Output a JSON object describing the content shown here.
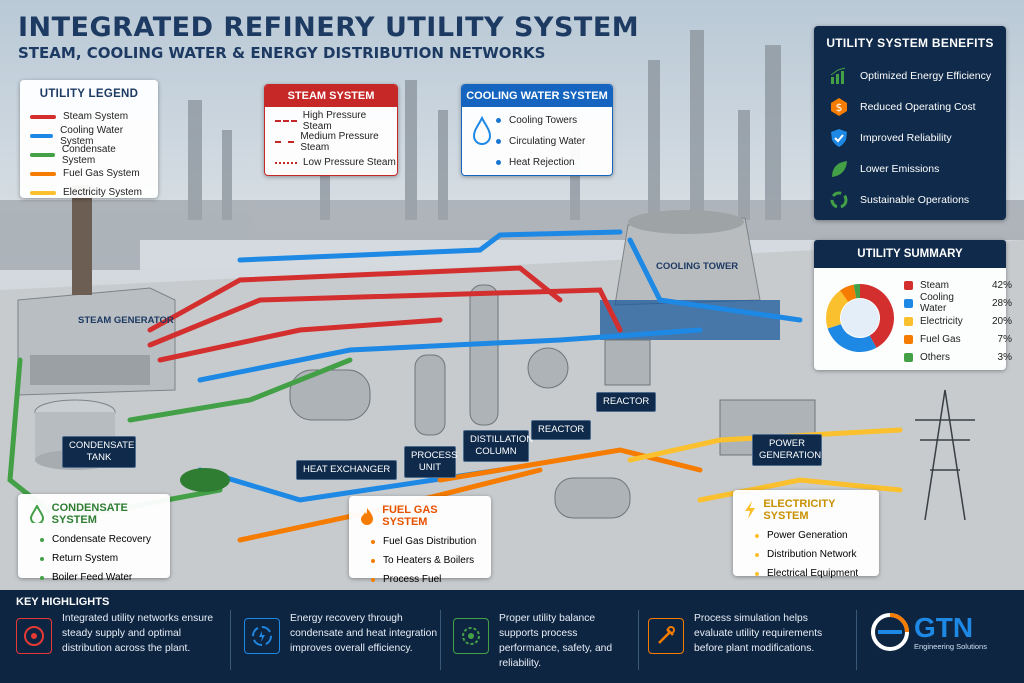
{
  "header": {
    "title": "INTEGRATED REFINERY UTILITY SYSTEM",
    "subtitle": "STEAM, COOLING WATER & ENERGY DISTRIBUTION NETWORKS"
  },
  "legend": {
    "title": "UTILITY LEGEND",
    "items": [
      {
        "label": "Steam System",
        "color": "#d32f2f"
      },
      {
        "label": "Cooling Water System",
        "color": "#1e88e5"
      },
      {
        "label": "Condensate System",
        "color": "#43a047"
      },
      {
        "label": "Fuel Gas System",
        "color": "#f57c00"
      },
      {
        "label": "Electricity System",
        "color": "#fbc02d"
      }
    ]
  },
  "steam": {
    "title": "STEAM SYSTEM",
    "items": [
      "High Pressure Steam",
      "Medium Pressure Steam",
      "Low Pressure Steam"
    ]
  },
  "cooling": {
    "title": "COOLING WATER SYSTEM",
    "items": [
      "Cooling Towers",
      "Circulating Water",
      "Heat Rejection"
    ]
  },
  "benefits": {
    "title": "UTILITY SYSTEM BENEFITS",
    "items": [
      {
        "label": "Optimized Energy Efficiency",
        "icon": "bar-chart-icon",
        "color": "#43a047"
      },
      {
        "label": "Reduced Operating Cost",
        "icon": "dollar-icon",
        "color": "#f57c00"
      },
      {
        "label": "Improved Reliability",
        "icon": "shield-icon",
        "color": "#1e88e5"
      },
      {
        "label": "Lower Emissions",
        "icon": "leaf-icon",
        "color": "#43a047"
      },
      {
        "label": "Sustainable Operations",
        "icon": "recycle-icon",
        "color": "#43a047"
      }
    ]
  },
  "summary": {
    "title": "UTILITY SUMMARY",
    "items": [
      {
        "label": "Steam",
        "value": "42%",
        "pct": 42,
        "color": "#d32f2f"
      },
      {
        "label": "Cooling Water",
        "value": "28%",
        "pct": 28,
        "color": "#1e88e5"
      },
      {
        "label": "Electricity",
        "value": "20%",
        "pct": 20,
        "color": "#fbc02d"
      },
      {
        "label": "Fuel Gas",
        "value": "7%",
        "pct": 7,
        "color": "#f57c00"
      },
      {
        "label": "Others",
        "value": "3%",
        "pct": 3,
        "color": "#43a047"
      }
    ]
  },
  "labels": {
    "steam_generator": "STEAM GENERATOR",
    "cooling_tower": "COOLING TOWER",
    "condensate_tank": "CONDENSATE TANK",
    "heat_exchanger": "HEAT EXCHANGER",
    "process_unit": "PROCESS UNIT",
    "distillation_column": "DISTILLATION COLUMN",
    "reactor_1": "REACTOR",
    "reactor_2": "REACTOR",
    "power_generation": "POWER GENERATION"
  },
  "condensate": {
    "title": "CONDENSATE SYSTEM",
    "items": [
      "Condensate Recovery",
      "Return System",
      "Boiler Feed Water"
    ]
  },
  "fuelgas": {
    "title": "FUEL GAS SYSTEM",
    "items": [
      "Fuel Gas Distribution",
      "To Heaters & Boilers",
      "Process Fuel"
    ]
  },
  "electricity": {
    "title": "ELECTRICITY SYSTEM",
    "items": [
      "Power Generation",
      "Distribution Network",
      "Electrical Equipment"
    ]
  },
  "highlights": {
    "title": "KEY HIGHLIGHTS",
    "items": [
      {
        "text": "Integrated utility networks ensure steady supply and optimal distribution across the plant.",
        "color": "#e53935"
      },
      {
        "text": "Energy recovery through condensate and heat integration improves overall efficiency.",
        "color": "#1e88e5"
      },
      {
        "text": "Proper utility balance supports process performance, safety, and reliability.",
        "color": "#43a047"
      },
      {
        "text": "Process simulation helps evaluate utility requirements before plant modifications.",
        "color": "#f57c00"
      }
    ]
  },
  "brand": {
    "name": "GTN",
    "tagline": "Engineering Solutions"
  }
}
